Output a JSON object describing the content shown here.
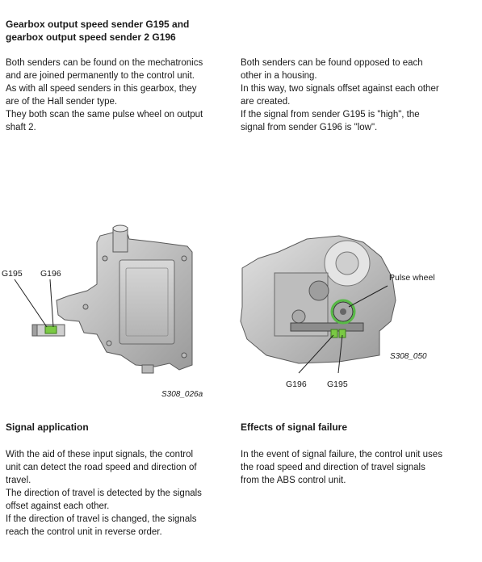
{
  "header": {
    "title_line1": "Gearbox output speed sender G195 and",
    "title_line2": "gearbox output speed sender 2 G196"
  },
  "intro_left": [
    "Both senders can be found on the mechatronics",
    "and are joined permanently to the control unit.",
    "As with all speed senders in this gearbox, they",
    "are of the Hall sender type.",
    "They both scan the same pulse wheel on output",
    "shaft 2."
  ],
  "intro_right": [
    "Both senders can be found opposed to each",
    "other in a housing.",
    "In this way, two signals offset against each other",
    "are created.",
    "If the signal from sender G195 is \"high\", the",
    "signal from sender G196 is \"low\"."
  ],
  "figure_left": {
    "label_g195": "G195",
    "label_g196": "G196",
    "caption": "S308_026a"
  },
  "figure_right": {
    "label_pulse_wheel": "Pulse wheel",
    "label_g196": "G196",
    "label_g195": "G195",
    "caption": "S308_050"
  },
  "signal_application": {
    "heading": "Signal application",
    "lines": [
      "With the aid of these input signals, the control",
      "unit can detect the road speed and direction of",
      "travel.",
      "The direction of travel is detected by the signals",
      "offset against each other.",
      "If the direction of travel is changed, the signals",
      "reach the control unit in reverse order."
    ]
  },
  "signal_failure": {
    "heading": "Effects of signal failure",
    "lines": [
      "In the event of signal failure, the control unit uses",
      "the road speed and direction of travel signals",
      "from the ABS control unit."
    ]
  }
}
